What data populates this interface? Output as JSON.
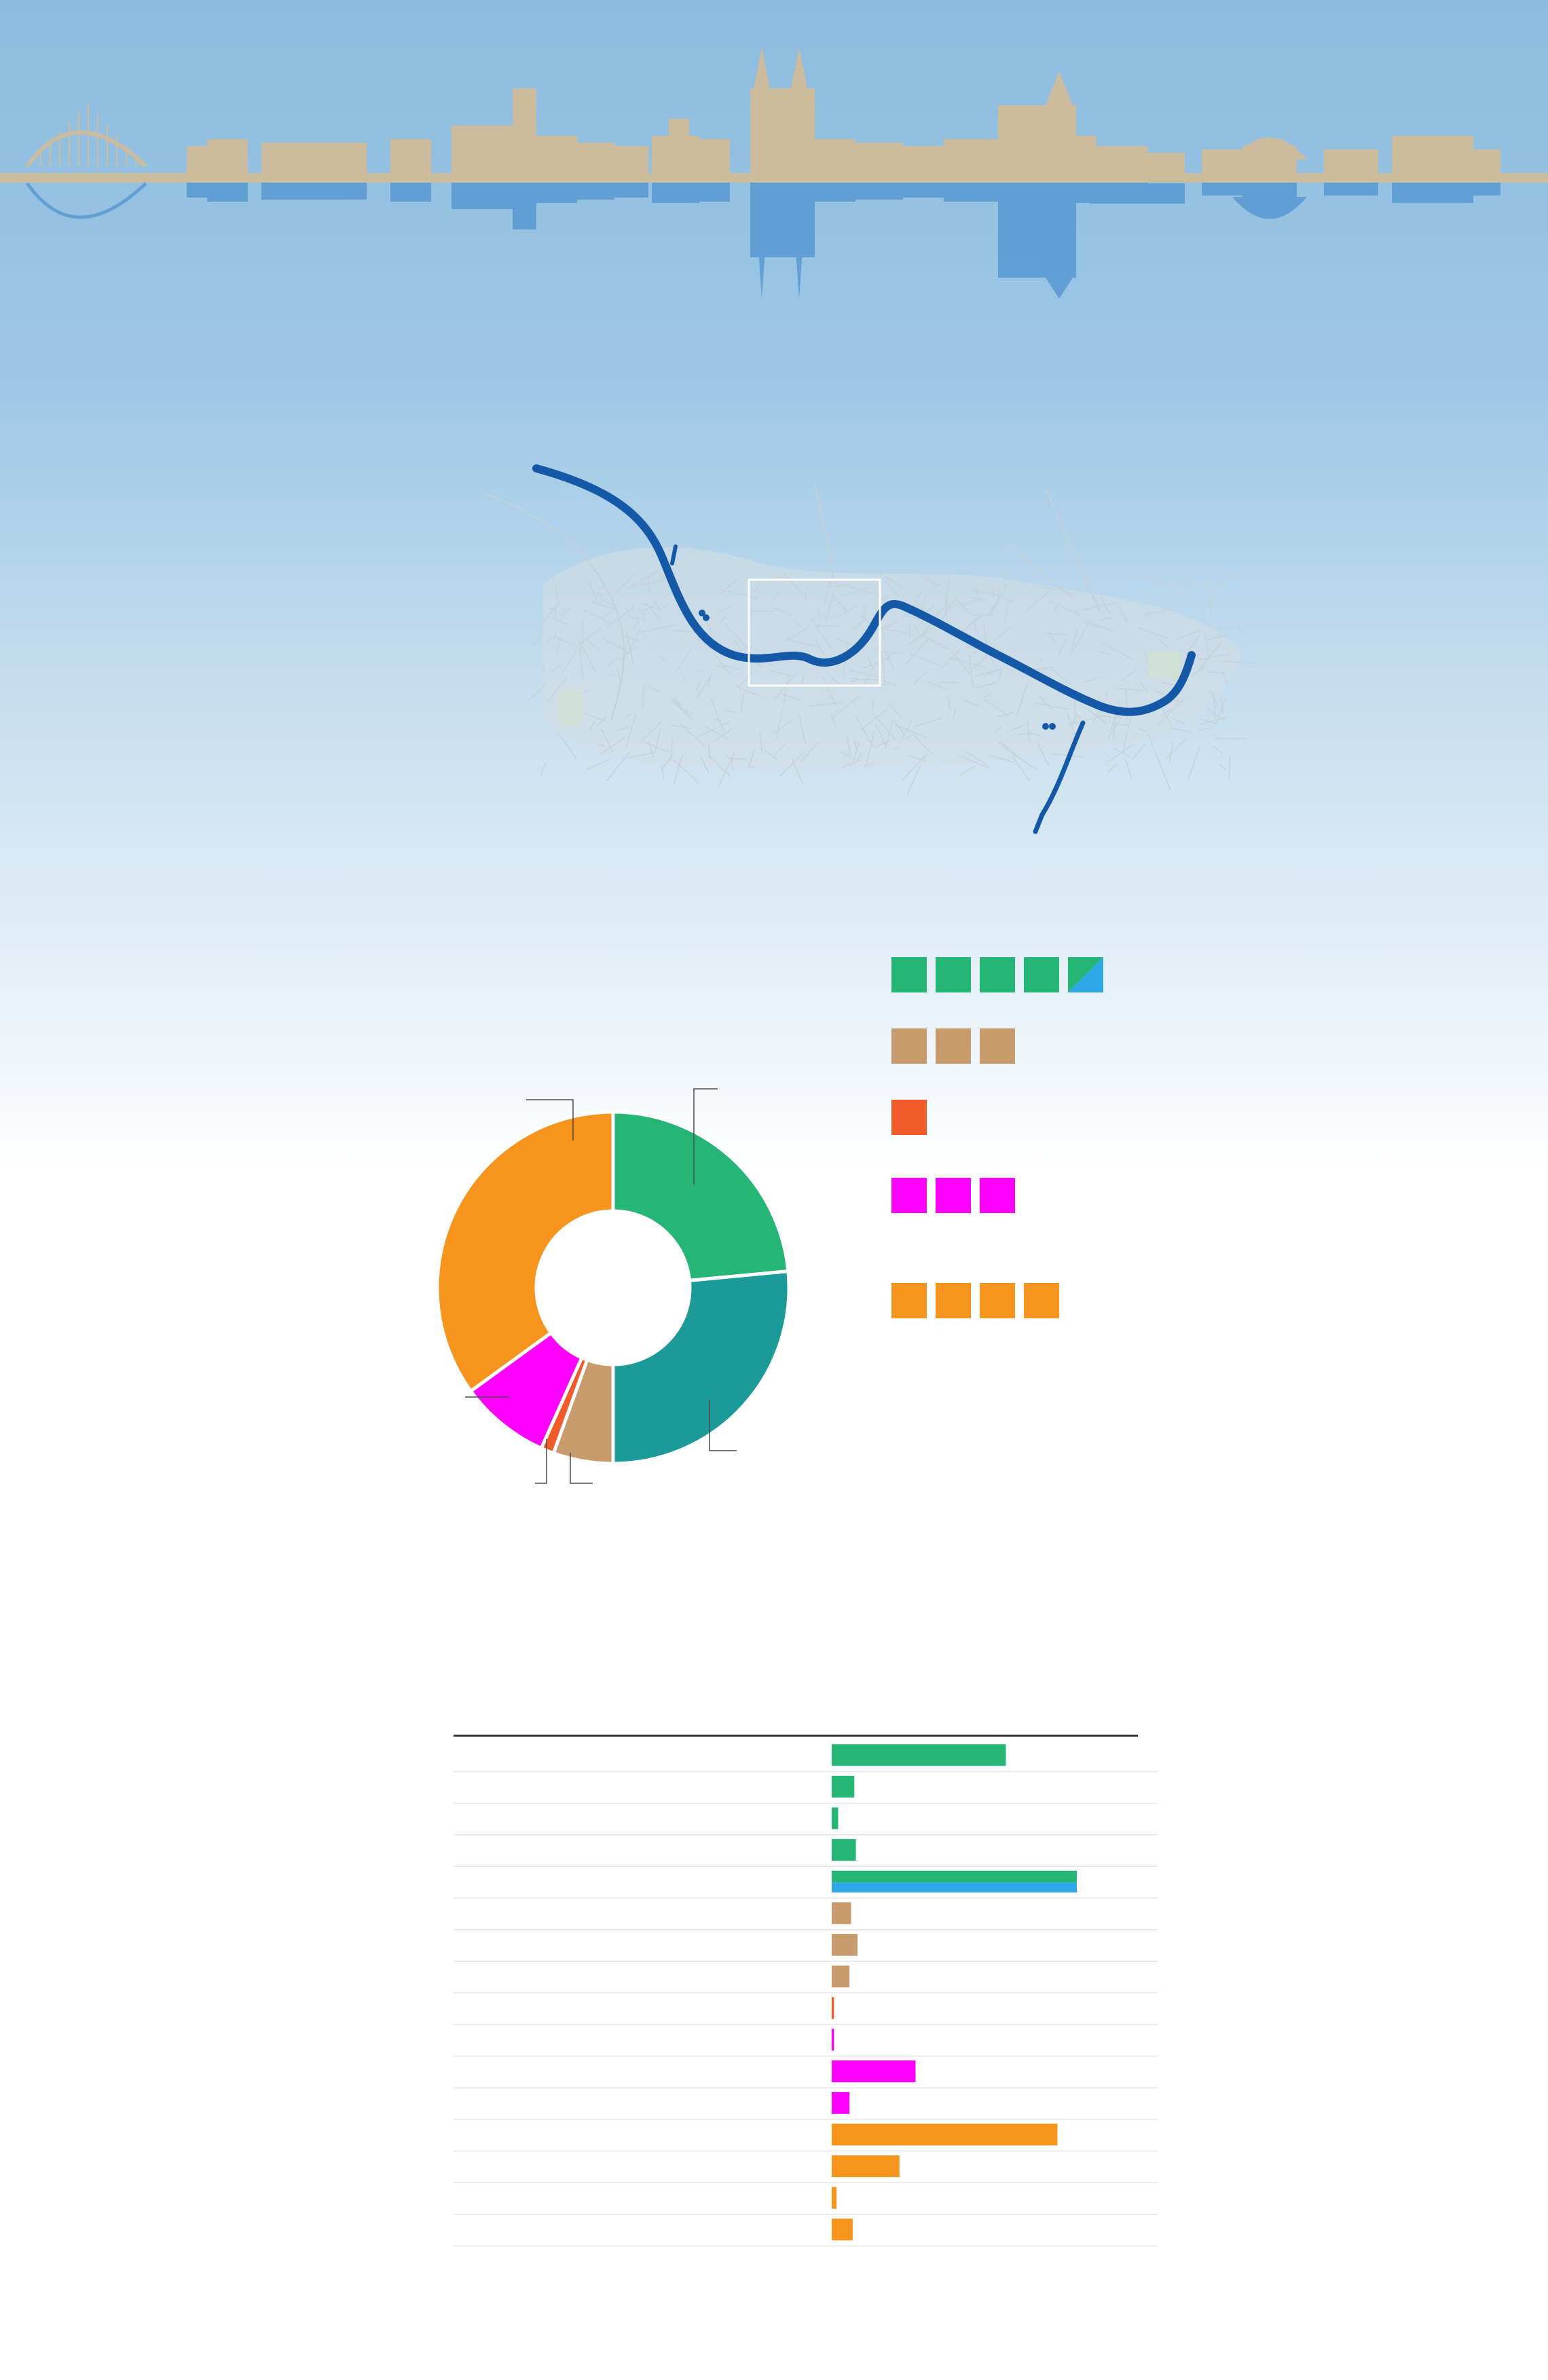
{
  "colors": {
    "skyline": "#cdbb9d",
    "reflection": "#5b9bd3",
    "river": "#1359a8",
    "streets": "#c4d2d8",
    "map_box": "#ffffff",
    "green": "#25b574",
    "teal": "#1b9a98",
    "blue": "#2fa6e6",
    "tan": "#c89b6d",
    "red": "#f15a29",
    "magenta": "#ff00ff",
    "orange": "#f7941e",
    "leader": "#4b4b4b"
  },
  "icons": {
    "skyline": "city-skyline-icon",
    "map": "river-city-map",
    "square": "square-unit-icon"
  },
  "chart_data": [
    {
      "type": "pie",
      "variant": "donut",
      "slices": [
        {
          "color": "green",
          "value": 23.5
        },
        {
          "color": "teal",
          "value": 26.5
        },
        {
          "color": "tan",
          "value": 5.5
        },
        {
          "color": "red",
          "value": 1.2
        },
        {
          "color": "magenta",
          "value": 8.3
        },
        {
          "color": "orange",
          "value": 35.0
        }
      ]
    },
    {
      "type": "pictogram",
      "rows": [
        {
          "color": "green",
          "squares": 5,
          "last_square_split": "blue"
        },
        {
          "color": "tan",
          "squares": 3
        },
        {
          "color": "red",
          "squares": 1
        },
        {
          "color": "magenta",
          "squares": 3
        },
        {
          "color": "orange",
          "squares": 4
        }
      ]
    },
    {
      "type": "bar",
      "orientation": "horizontal",
      "xlim": [
        0,
        100
      ],
      "rows": [
        {
          "color": "green",
          "value": 54
        },
        {
          "color": "green",
          "value": 7
        },
        {
          "color": "green",
          "value": 2
        },
        {
          "color": "green",
          "value": 7.5
        },
        {
          "color": "green",
          "value": 76,
          "second_color": "blue"
        },
        {
          "color": "tan",
          "value": 6
        },
        {
          "color": "tan",
          "value": 8
        },
        {
          "color": "tan",
          "value": 5.5
        },
        {
          "color": "red",
          "value": 0.7
        },
        {
          "color": "magenta",
          "value": 0.7
        },
        {
          "color": "magenta",
          "value": 26
        },
        {
          "color": "magenta",
          "value": 5.5
        },
        {
          "color": "orange",
          "value": 70
        },
        {
          "color": "orange",
          "value": 21
        },
        {
          "color": "orange",
          "value": 1.5
        },
        {
          "color": "orange",
          "value": 6.5
        }
      ]
    }
  ]
}
